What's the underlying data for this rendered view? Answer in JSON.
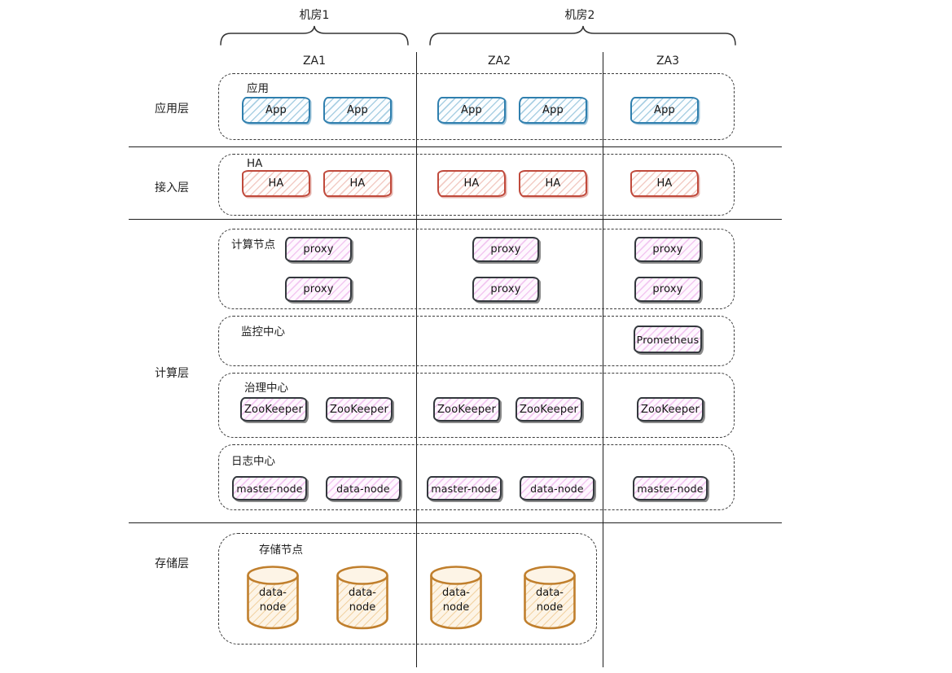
{
  "datacenters": [
    {
      "label": "机房1"
    },
    {
      "label": "机房2"
    }
  ],
  "zones": [
    {
      "label": "ZA1"
    },
    {
      "label": "ZA2"
    },
    {
      "label": "ZA3"
    }
  ],
  "layers": [
    {
      "id": "app",
      "side_label": "应用层"
    },
    {
      "id": "access",
      "side_label": "接入层"
    },
    {
      "id": "compute",
      "side_label": "计算层"
    },
    {
      "id": "storage",
      "side_label": "存储层"
    }
  ],
  "groups": {
    "app": {
      "label": "应用"
    },
    "ha": {
      "label": "HA"
    },
    "compute_nodes": {
      "label": "计算节点"
    },
    "monitor": {
      "label": "监控中心"
    },
    "governance": {
      "label": "治理中心"
    },
    "log": {
      "label": "日志中心"
    },
    "storage_nodes": {
      "label": "存储节点"
    }
  },
  "nodes": {
    "app": [
      "App",
      "App",
      "App",
      "App",
      "App"
    ],
    "ha": [
      "HA",
      "HA",
      "HA",
      "HA",
      "HA"
    ],
    "proxy": [
      "proxy",
      "proxy",
      "proxy",
      "proxy",
      "proxy",
      "proxy"
    ],
    "monitor": [
      "Prometheus"
    ],
    "zookeeper": [
      "ZooKeeper",
      "ZooKeeper",
      "ZooKeeper",
      "ZooKeeper",
      "ZooKeeper"
    ],
    "log": [
      "master-node",
      "data-node",
      "master-node",
      "data-node",
      "master-node"
    ],
    "storage": [
      "data-node",
      "data-node",
      "data-node",
      "data-node"
    ]
  },
  "colors": {
    "app_border": "#2f7fae",
    "ha_border": "#c04a3c",
    "compute_border": "#33383d",
    "storage_border": "#c07f2d",
    "line": "#1f1f1f"
  }
}
